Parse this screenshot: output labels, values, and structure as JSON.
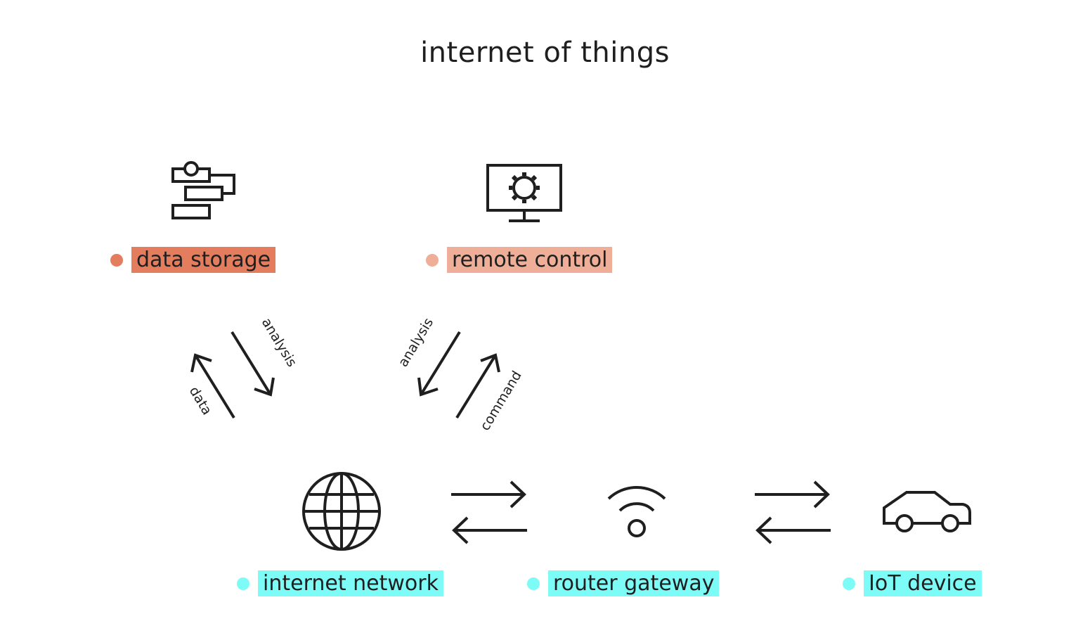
{
  "title": "internet of things",
  "colors": {
    "cloud_primary": "#e37d5d",
    "cloud_secondary": "#eeae97",
    "edge": "#7dfcf7",
    "ink": "#1f1f1f"
  },
  "nodes": {
    "data_storage": {
      "label": "data storage",
      "icon": "database-blocks-icon"
    },
    "remote_control": {
      "label": "remote control",
      "icon": "monitor-gear-icon"
    },
    "internet_network": {
      "label": "internet network",
      "icon": "globe-icon"
    },
    "router_gateway": {
      "label": "router gateway",
      "icon": "wifi-icon"
    },
    "iot_device": {
      "label": "IoT device",
      "icon": "car-icon"
    }
  },
  "edges": {
    "network_to_storage": "data",
    "storage_to_network": "analysis",
    "remote_to_network": "analysis",
    "network_to_remote": "command"
  }
}
